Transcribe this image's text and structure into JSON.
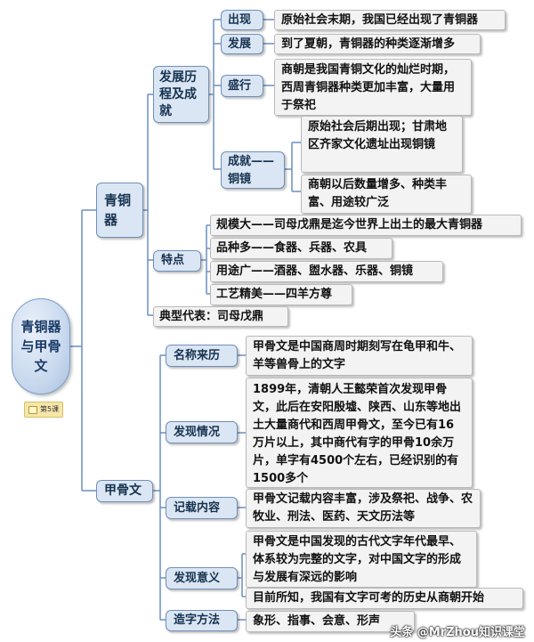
{
  "root": "青铜器与甲骨文",
  "lesson": "第5课",
  "watermark": "头条 @MrZhou知识课堂",
  "bronze": {
    "label": "青铜器",
    "history": {
      "label": "发展历程及成就",
      "appear": {
        "label": "出现",
        "text": "原始社会末期，我国已经出现了青铜器"
      },
      "develop": {
        "label": "发展",
        "text": "到了夏朝，青铜器的种类逐渐增多"
      },
      "flourish": {
        "label": "盛行",
        "text": "商朝是我国青铜文化的灿烂时期，西周青铜器种类更加丰富，大量用于祭祀"
      },
      "mirror": {
        "label": "成就——铜镜",
        "text1": "原始社会后期出现；甘肃地区齐家文化遗址出现铜镜",
        "text2": "商朝以后数量增多、种类丰富、用途较广泛"
      }
    },
    "features": {
      "label": "特点",
      "items": [
        "规模大——司母戊鼎是迄今世界上出土的最大青铜器",
        "品种多——食器、兵器、农具",
        "用途广——酒器、盥水器、乐器、铜镜",
        "工艺精美——四羊方尊"
      ]
    },
    "typical": "典型代表：司母戊鼎"
  },
  "oracle": {
    "label": "甲骨文",
    "name": {
      "label": "名称来历",
      "text": "甲骨文是中国商周时期刻写在龟甲和牛、羊等兽骨上的文字"
    },
    "discovery": {
      "label": "发现情况",
      "text": "1899年，清朝人王懿荣首次发现甲骨文，此后在安阳殷墟、陕西、山东等地出土大量商代和西周甲骨文，至今已有16万片以上，其中商代有字的甲骨10余万片，单字有4500个左右，已经识别的有1500多个"
    },
    "records": {
      "label": "记载内容",
      "text": "甲骨文记载内容丰富，涉及祭祀、战争、农牧业、刑法、医药、天文历法等"
    },
    "significance": {
      "label": "发现意义",
      "text1": "甲骨文是中国发现的古代文字年代最早、体系较为完整的文字，对中国文字的形成与发展有深远的影响",
      "text2": "目前所知，我国有文字可考的历史从商朝开始"
    },
    "method": {
      "label": "造字方法",
      "text": "象形、指事、会意、形声"
    }
  },
  "colors": {
    "line": "#6c8fbf",
    "main_fill": "#dbe6f4",
    "leaf_fill": "#f1f1f1"
  }
}
